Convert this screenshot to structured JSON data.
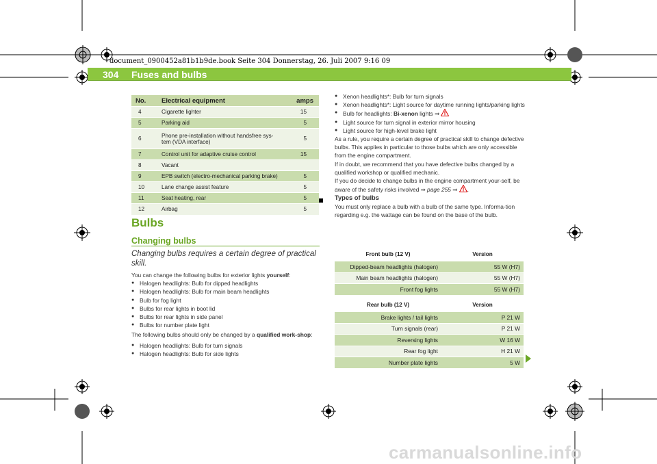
{
  "doc_line": "document_0900452a81b1b9de.book  Seite 304  Donnerstag, 26. Juli 2007  9:16 09",
  "page_number": "304",
  "page_title": "Fuses and bulbs",
  "fuse_table": {
    "headers": [
      "No.",
      "Electrical equipment",
      "amps"
    ],
    "rows": [
      {
        "no": "4",
        "equipment": "Cigarette lighter",
        "amps": "15"
      },
      {
        "no": "5",
        "equipment": "Parking aid",
        "amps": "5"
      },
      {
        "no": "6",
        "equipment": "Phone pre-installation without handsfree sys-tem (VDA interface)",
        "amps": "5"
      },
      {
        "no": "7",
        "equipment": "Control unit for adaptive cruise control",
        "amps": "15"
      },
      {
        "no": "8",
        "equipment": "Vacant",
        "amps": ""
      },
      {
        "no": "9",
        "equipment": "EPB switch (electro-mechanical parking brake)",
        "amps": "5"
      },
      {
        "no": "10",
        "equipment": "Lane change assist feature",
        "amps": "5"
      },
      {
        "no": "11",
        "equipment": "Seat heating, rear",
        "amps": "5"
      },
      {
        "no": "12",
        "equipment": "Airbag",
        "amps": "5"
      }
    ]
  },
  "section_title": "Bulbs",
  "subsection_title": "Changing bulbs",
  "intro": "Changing bulbs requires a certain degree of practical skill.",
  "left_col": {
    "p1_a": "You can change the following bulbs for exterior lights ",
    "p1_b": "yourself",
    "p1_c": ":",
    "bullets1": [
      "Halogen headlights: Bulb for dipped headlights",
      "Halogen headlights: Bulb for main beam headlights",
      "Bulb for fog light",
      "Bulbs for rear lights in boot lid",
      "Bulbs for rear lights in side panel",
      "Bulbs for number plate light"
    ],
    "p2_a": "The following bulbs should only be changed by a ",
    "p2_b": "qualified work-shop",
    "p2_c": ":",
    "bullets2": [
      "Halogen headlights: Bulb for turn signals",
      "Halogen headlights: Bulb for side lights"
    ]
  },
  "right_col": {
    "bullets": [
      "Xenon headlights*: Bulb for turn signals",
      "Xenon headlights*: Light source for daytime running lights/parking lights"
    ],
    "bixenon_a": "Bulb for headlights: ",
    "bixenon_b": "Bi-xenon",
    "bixenon_c": " lights ⇒ ",
    "bullets_b": [
      "Light source for turn signal in exterior mirror housing",
      "Light source for high-level brake light"
    ],
    "p1": "As a rule, you require a certain degree of practical skill to change defective bulbs. This applies in particular to those bulbs which are only accessible from the engine compartment.",
    "p2": "If in doubt, we recommend that you have defective bulbs changed by a qualified workshop or qualified mechanic.",
    "p3_a": "If you do decide to change bulbs in the engine compartment your-self, be aware of the safety risks involved ⇒ ",
    "p3_ref": "page 255",
    "p3_b": " ⇒ ",
    "p3_c": ".",
    "types_title": "Types of bulbs",
    "p4": "You must only replace a bulb with a bulb of the same type. Informa-tion regarding e.g. the wattage can be found on the base of the bulb."
  },
  "front_table": {
    "headers": [
      "Front bulb (12 V)",
      "Version"
    ],
    "rows": [
      {
        "bulb": "Dipped-beam headlights (halogen)",
        "version": "55 W (H7)"
      },
      {
        "bulb": "Main beam headlights (halogen)",
        "version": "55 W (H7)"
      },
      {
        "bulb": "Front fog lights",
        "version": "55 W (H7)"
      }
    ]
  },
  "rear_table": {
    "headers": [
      "Rear bulb (12 V)",
      "Version"
    ],
    "rows": [
      {
        "bulb": "Brake lights / tail lights",
        "version": "P 21 W"
      },
      {
        "bulb": "Turn signals (rear)",
        "version": "P 21 W"
      },
      {
        "bulb": "Reversing lights",
        "version": "W 16 W"
      },
      {
        "bulb": "Rear fog light",
        "version": "H 21 W"
      },
      {
        "bulb": "Number plate lights",
        "version": "5 W"
      }
    ]
  },
  "watermark": "carmanualsonline.info",
  "colors": {
    "accent": "#8cc63f",
    "heading": "#6aa624",
    "row_dark": "#c9dcad",
    "row_light": "#eef3e6"
  }
}
